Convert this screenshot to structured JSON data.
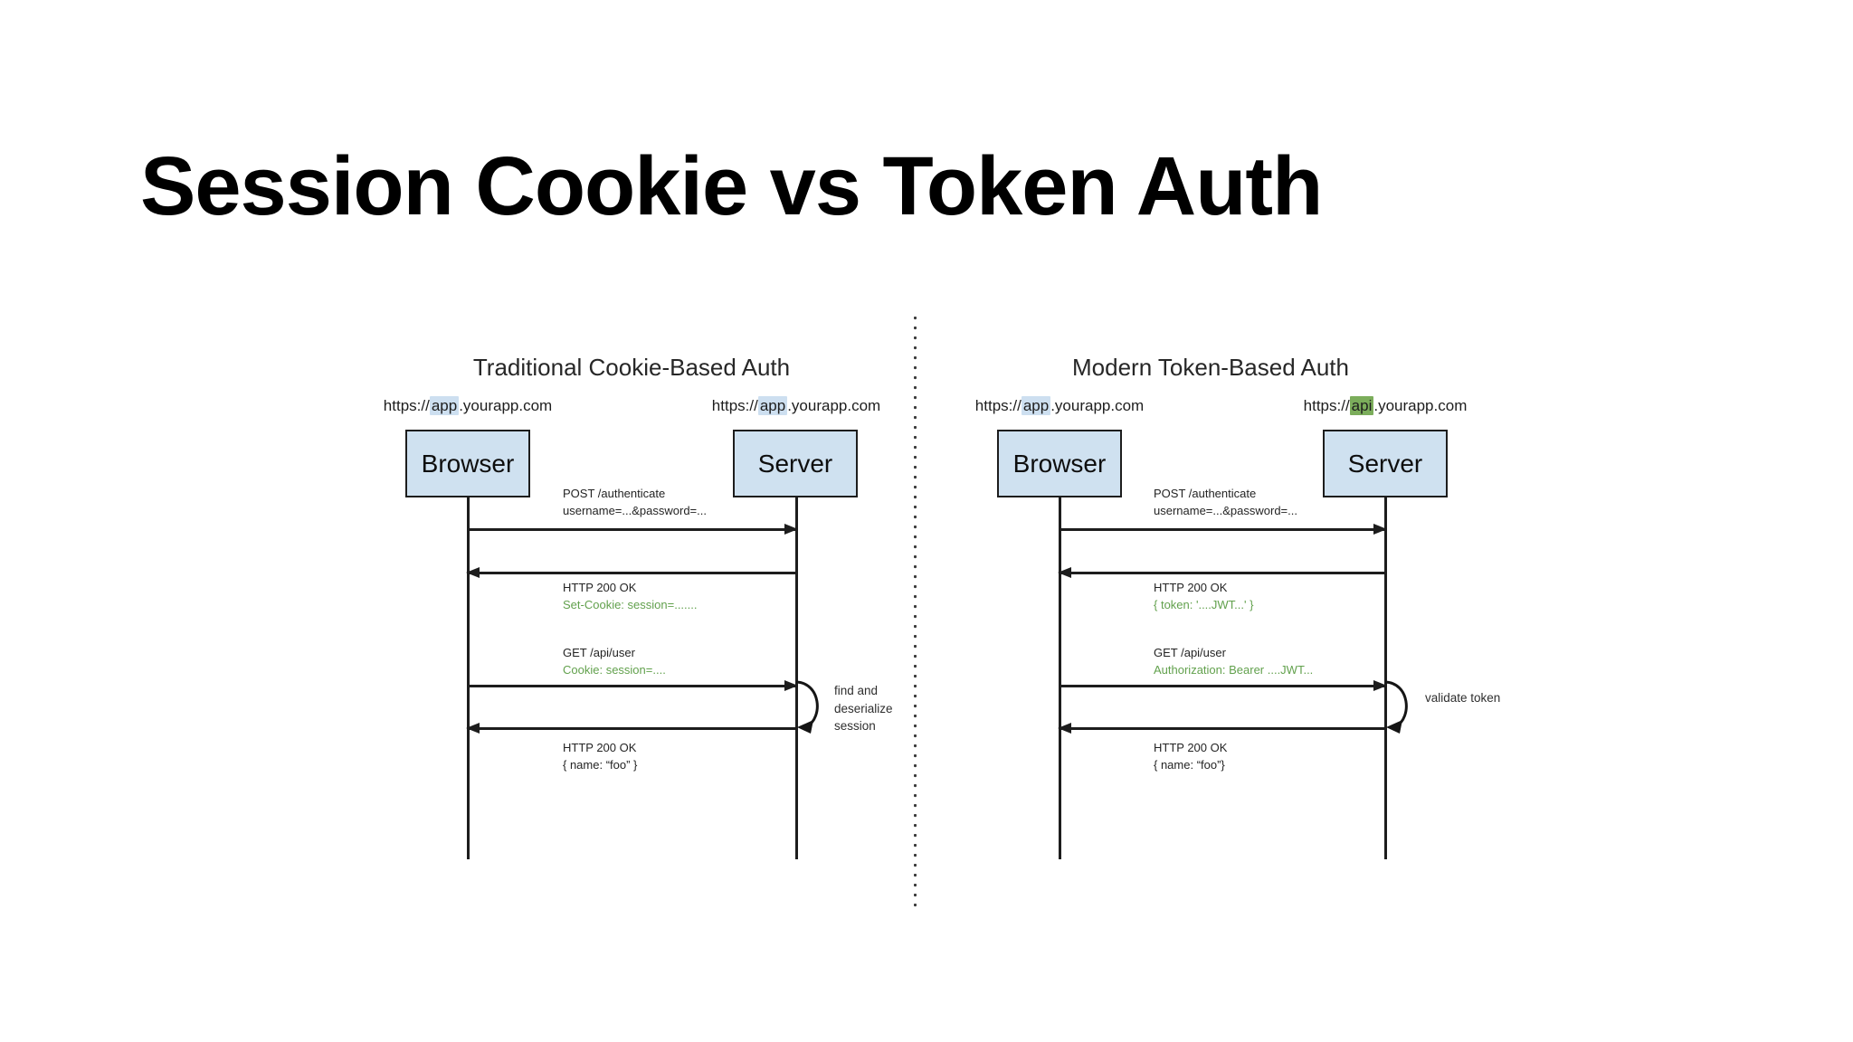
{
  "slide_title": "Session Cookie vs Token Auth",
  "colors": {
    "box_fill": "#cfe1f0",
    "highlight_blue": "#cddff0",
    "highlight_green": "#7bad5b",
    "green_text": "#62a14d",
    "line": "#1d1d1d"
  },
  "diagrams": [
    {
      "title": "Traditional Cookie-Based Auth",
      "actors": [
        {
          "label": "Browser",
          "url": {
            "prefix": "https://",
            "highlight": "app",
            "suffix": ".yourapp.com"
          }
        },
        {
          "label": "Server",
          "url": {
            "prefix": "https://",
            "highlight": "app",
            "suffix": ".yourapp.com"
          }
        }
      ],
      "messages": [
        {
          "line1": "POST /authenticate",
          "line2": "username=...&password=..."
        },
        {
          "line1": "HTTP 200 OK",
          "line2": "Set-Cookie: session=......."
        },
        {
          "line1": "GET /api/user",
          "line2": "Cookie: session=...."
        },
        {
          "line1": "HTTP 200 OK",
          "line2": "{ name: “foo” }"
        }
      ],
      "note_lines": [
        "find and",
        "deserialize",
        "session"
      ]
    },
    {
      "title": "Modern Token-Based Auth",
      "actors": [
        {
          "label": "Browser",
          "url": {
            "prefix": "https://",
            "highlight": "app",
            "suffix": ".yourapp.com"
          }
        },
        {
          "label": "Server",
          "url": {
            "prefix": "https://",
            "highlight": "api",
            "suffix": ".yourapp.com"
          }
        }
      ],
      "messages": [
        {
          "line1": "POST /authenticate",
          "line2": "username=...&password=..."
        },
        {
          "line1": "HTTP 200 OK",
          "line2": "{ token: '....JWT...' }"
        },
        {
          "line1": "GET /api/user",
          "line2": "Authorization: Bearer ....JWT..."
        },
        {
          "line1": "HTTP 200 OK",
          "line2": "{ name: “foo”}"
        }
      ],
      "note_lines": [
        "validate token"
      ]
    }
  ]
}
